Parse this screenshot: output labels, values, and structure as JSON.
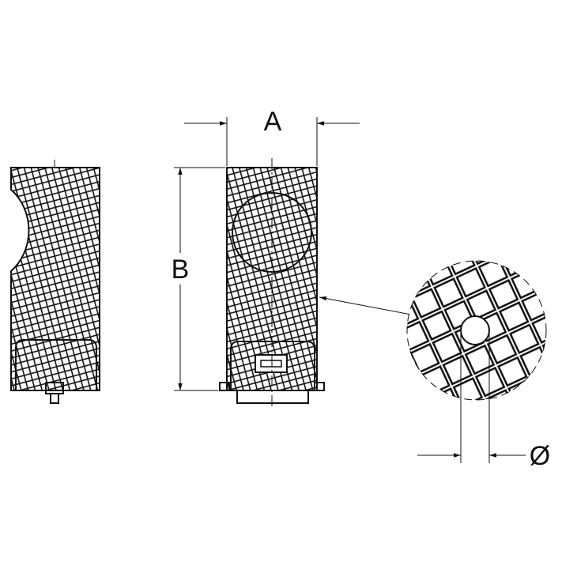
{
  "diagram": {
    "labels": {
      "width": "A",
      "height": "B",
      "diameter": "Ø"
    },
    "colors": {
      "line": "#111111",
      "background": "#ffffff"
    }
  }
}
